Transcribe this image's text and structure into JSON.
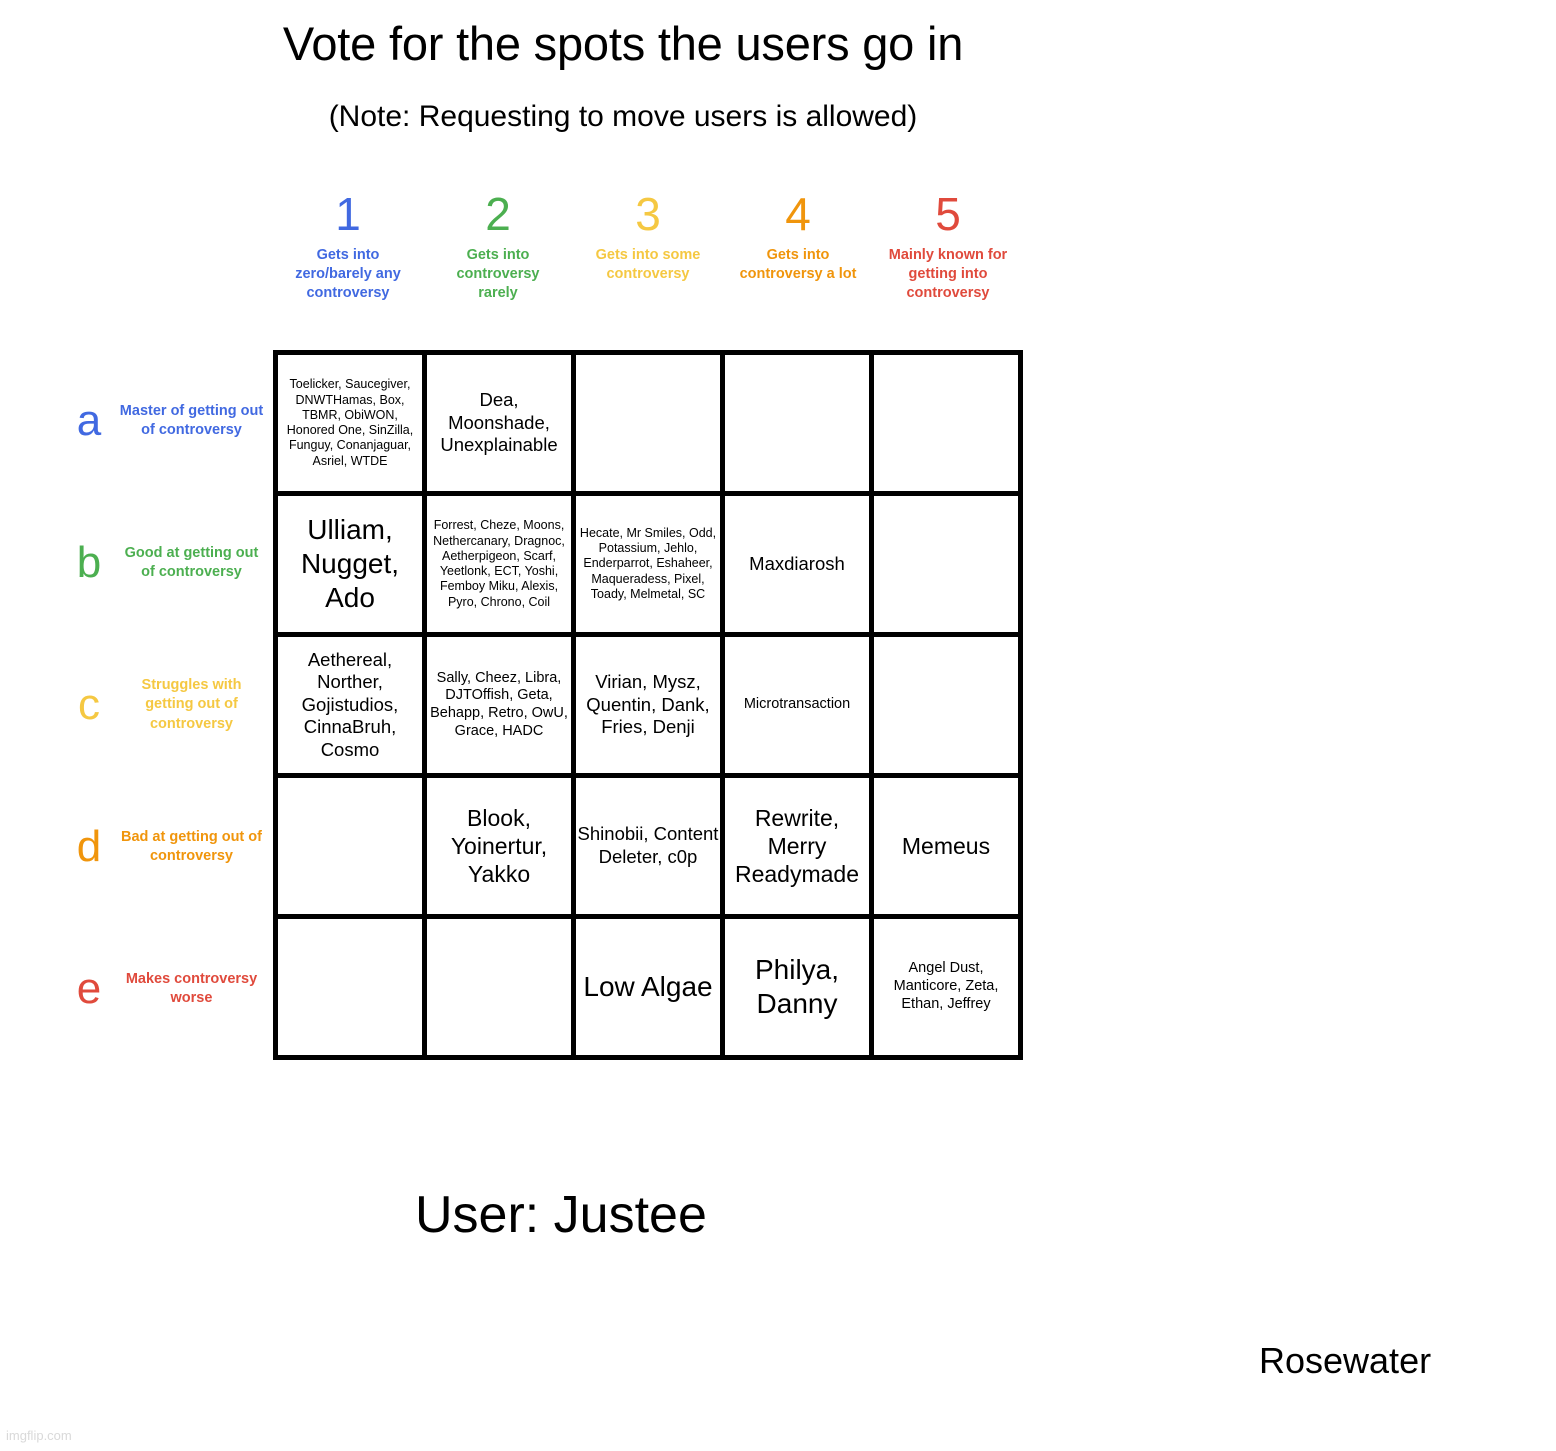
{
  "header": {
    "title": "Vote for the spots the users go in",
    "subtitle": "(Note: Requesting to move users is allowed)"
  },
  "colors": {
    "col1": "#4169e1",
    "col2": "#4caf50",
    "col3": "#f5c842",
    "col4": "#f0950c",
    "col5": "#e04a3c",
    "grid_line": "#000000",
    "cell_bg": "#ffffff",
    "text": "#000000",
    "watermark": "#d9d9d9"
  },
  "columns": [
    {
      "num": "1",
      "desc": "Gets into zero/barely any controversy",
      "color": "#4169e1"
    },
    {
      "num": "2",
      "desc": "Gets into controversy rarely",
      "color": "#4caf50"
    },
    {
      "num": "3",
      "desc": "Gets into some controversy",
      "color": "#f5c842"
    },
    {
      "num": "4",
      "desc": "Gets into controversy a lot",
      "color": "#f0950c"
    },
    {
      "num": "5",
      "desc": "Mainly known for getting into controversy",
      "color": "#e04a3c"
    }
  ],
  "rows": [
    {
      "letter": "a",
      "desc": "Master of getting out of controversy",
      "color": "#4169e1"
    },
    {
      "letter": "b",
      "desc": "Good at getting out of controversy",
      "color": "#4caf50"
    },
    {
      "letter": "c",
      "desc": "Struggles with getting out of controversy",
      "color": "#f5c842"
    },
    {
      "letter": "d",
      "desc": "Bad at getting out of controversy",
      "color": "#f0950c"
    },
    {
      "letter": "e",
      "desc": "Makes controversy worse",
      "color": "#e04a3c"
    }
  ],
  "grid": [
    [
      {
        "id": "a1",
        "text": "Toelicker, Saucegiver, DNWTHamas, Box, TBMR, ObiWON, Honored One, SinZilla, Funguy, Conanjaguar, Asriel, WTDE",
        "size": "fs-xs"
      },
      {
        "id": "a2",
        "text": "Dea, Moonshade, Unexplainable",
        "size": "fs-md"
      },
      {
        "id": "a3",
        "text": "",
        "size": "fs-md"
      },
      {
        "id": "a4",
        "text": "",
        "size": "fs-md"
      },
      {
        "id": "a5",
        "text": "",
        "size": "fs-md"
      }
    ],
    [
      {
        "id": "b1",
        "text": "Ulliam, Nugget, Ado",
        "size": "fs-xl"
      },
      {
        "id": "b2",
        "text": "Forrest, Cheze, Moons, Nethercanary, Dragnoc, Aetherpigeon, Scarf, Yeetlonk, ECT, Yoshi, Femboy Miku, Alexis, Pyro, Chrono, Coil",
        "size": "fs-xs"
      },
      {
        "id": "b3",
        "text": "Hecate, Mr Smiles, Odd, Potassium, Jehlo, Enderparrot, Eshaheer, Maqueradess, Pixel, Toady, Melmetal, SC",
        "size": "fs-xs"
      },
      {
        "id": "b4",
        "text": "Maxdiarosh",
        "size": "fs-md"
      },
      {
        "id": "b5",
        "text": "",
        "size": "fs-md"
      }
    ],
    [
      {
        "id": "c1",
        "text": "Aethereal, Norther, Gojistudios, CinnaBruh, Cosmo",
        "size": "fs-md"
      },
      {
        "id": "c2",
        "text": "Sally, Cheez, Libra, DJTOffish, Geta, Behapp, Retro, OwU, Grace, HADC",
        "size": "fs-sm"
      },
      {
        "id": "c3",
        "text": "Virian, Mysz, Quentin, Dank, Fries, Denji",
        "size": "fs-md"
      },
      {
        "id": "c4",
        "text": "Microtransaction",
        "size": "fs-sm"
      },
      {
        "id": "c5",
        "text": "",
        "size": "fs-md"
      }
    ],
    [
      {
        "id": "d1",
        "text": "",
        "size": "fs-md"
      },
      {
        "id": "d2",
        "text": "Blook, Yoinertur, Yakko",
        "size": "fs-lg"
      },
      {
        "id": "d3",
        "text": "Shinobii, Content Deleter, c0p",
        "size": "fs-md"
      },
      {
        "id": "d4",
        "text": "Rewrite, Merry Readymade",
        "size": "fs-lg"
      },
      {
        "id": "d5",
        "text": "Memeus",
        "size": "fs-lg"
      }
    ],
    [
      {
        "id": "e1",
        "text": "",
        "size": "fs-md"
      },
      {
        "id": "e2",
        "text": "",
        "size": "fs-md"
      },
      {
        "id": "e3",
        "text": "Low Algae",
        "size": "fs-xl"
      },
      {
        "id": "e4",
        "text": "Philya, Danny",
        "size": "fs-xl"
      },
      {
        "id": "e5",
        "text": "Angel Dust, Manticore, Zeta, Ethan, Jeffrey",
        "size": "fs-sm"
      }
    ]
  ],
  "footer": {
    "user_line": "User: Justee",
    "signature": "Rosewater",
    "watermark": "imgflip.com"
  }
}
